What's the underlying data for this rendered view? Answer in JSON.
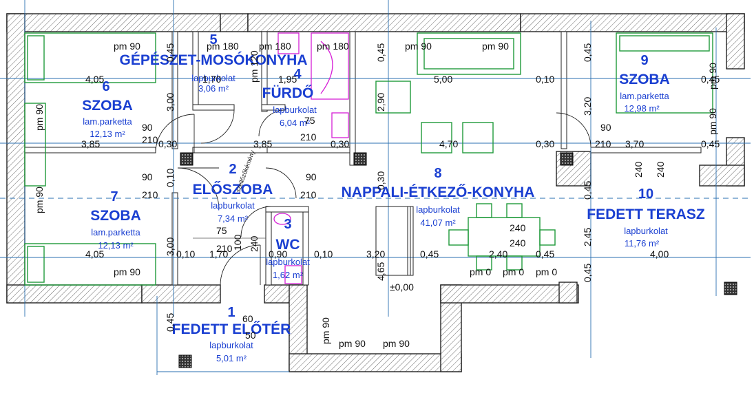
{
  "rooms": [
    {
      "num": "1",
      "name": "FEDETT ELŐTÉR",
      "floor": "lapburkolat",
      "area": "5,01 m²"
    },
    {
      "num": "2",
      "name": "ELŐSZOBA",
      "floor": "lapburkolat",
      "area": "7,34 m²"
    },
    {
      "num": "3",
      "name": "WC",
      "floor": "lapburkolat",
      "area": "1,62 m²"
    },
    {
      "num": "4",
      "name": "FÜRDŐ",
      "floor": "lapburkolat",
      "area": "6,04 m²"
    },
    {
      "num": "5",
      "name": "GÉPÉSZET-MOSÓKONYHA",
      "floor": "lapburkolat",
      "area": "3,06 m²"
    },
    {
      "num": "6",
      "name": "SZOBA",
      "floor": "lam.parketta",
      "area": "12,13 m²"
    },
    {
      "num": "7",
      "name": "SZOBA",
      "floor": "lam.parketta",
      "area": "12,13 m²"
    },
    {
      "num": "8",
      "name": "NAPPALI-ÉTKEZŐ-KONYHA",
      "floor": "lapburkolat",
      "area": "41,07 m²"
    },
    {
      "num": "9",
      "name": "SZOBA",
      "floor": "lam.parketta",
      "area": "12,98 m²"
    },
    {
      "num": "10",
      "name": "FEDETT TERASZ",
      "floor": "lapburkolat",
      "area": "11,76 m²"
    }
  ],
  "dims": {
    "pm90": "pm 90",
    "pm180": "pm 180",
    "pm120": "pm 120",
    "pm0": "pm 0",
    "d405": "4,05",
    "d385": "3,85",
    "d370": "3,70",
    "d500": "5,00",
    "d470": "4,70",
    "d400": "4,00",
    "d320": "3,20",
    "d300": "3,00",
    "d290": "2,90",
    "d245": "2,45",
    "d240": "240",
    "d240b": "2,40",
    "d210": "210",
    "d195": "1,95",
    "d170": "1,70",
    "d100": "100",
    "d90": "90",
    "d75": "75",
    "d60": "60",
    "d50": "50",
    "d045": "0,45",
    "d030": "0,30",
    "d010": "0,10",
    "d090": "0,90",
    "d465": "4,65",
    "zero": "±0,00",
    "vent": "szellőzőkémény"
  }
}
